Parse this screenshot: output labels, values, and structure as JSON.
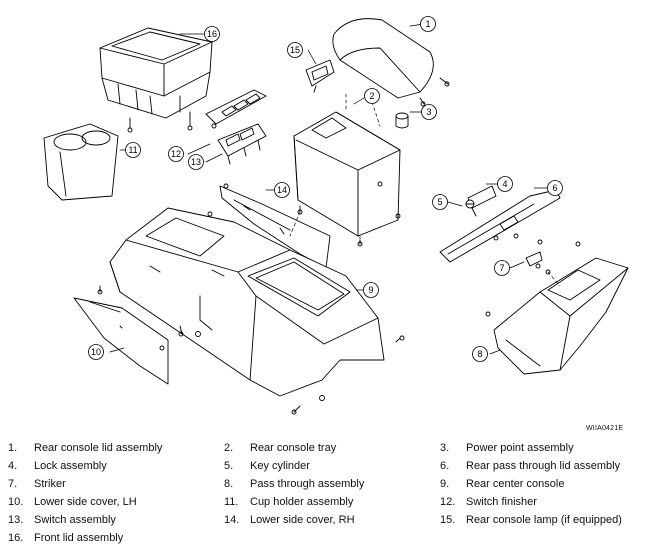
{
  "figure_code": "WIIA0421E",
  "callouts": [
    "1",
    "2",
    "3",
    "4",
    "5",
    "6",
    "7",
    "8",
    "9",
    "10",
    "11",
    "12",
    "13",
    "14",
    "15",
    "16"
  ],
  "legend": [
    {
      "num": "1.",
      "label": "Rear console lid assembly"
    },
    {
      "num": "2.",
      "label": "Rear console tray"
    },
    {
      "num": "3.",
      "label": "Power point assembly"
    },
    {
      "num": "4.",
      "label": "Lock assembly"
    },
    {
      "num": "5.",
      "label": "Key cylinder"
    },
    {
      "num": "6.",
      "label": "Rear pass through lid assembly"
    },
    {
      "num": "7.",
      "label": "Striker"
    },
    {
      "num": "8.",
      "label": "Pass through assembly"
    },
    {
      "num": "9.",
      "label": "Rear center console"
    },
    {
      "num": "10.",
      "label": "Lower side cover, LH"
    },
    {
      "num": "11.",
      "label": "Cup holder assembly"
    },
    {
      "num": "12.",
      "label": "Switch finisher"
    },
    {
      "num": "13.",
      "label": "Switch assembly"
    },
    {
      "num": "14.",
      "label": "Lower side cover, RH"
    },
    {
      "num": "15.",
      "label": "Rear console lamp (if equipped)"
    },
    {
      "num": "16.",
      "label": "Front lid assembly"
    }
  ]
}
